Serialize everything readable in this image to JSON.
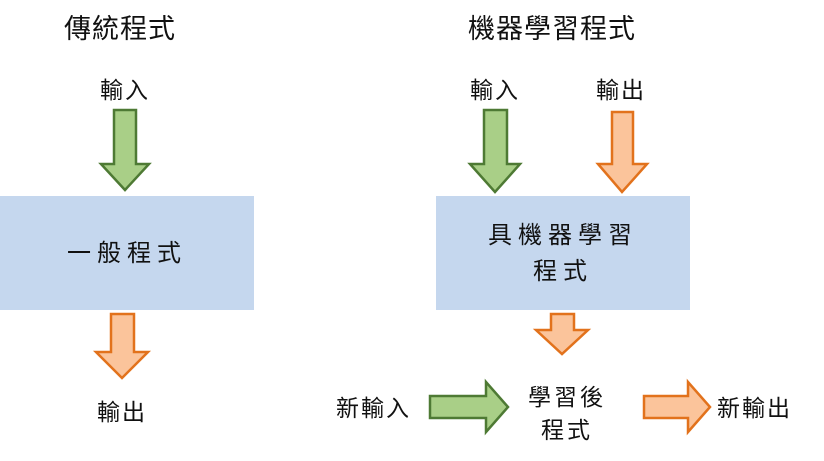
{
  "traditional": {
    "title": "傳統程式",
    "input_label": "輸入",
    "box_label": "一般程式",
    "output_label": "輸出"
  },
  "ml": {
    "title": "機器學習程式",
    "input_label": "輸入",
    "output_label": "輸出",
    "box_line1": "具機器學習",
    "box_line2": "程式",
    "result_line1": "學習後",
    "result_line2": "程式",
    "new_input_label": "新輸入",
    "new_output_label": "新輸出"
  },
  "colors": {
    "box_fill": "#c5d7ee",
    "input_arrow_fill": "#a9cf87",
    "input_arrow_stroke": "#4e7a34",
    "output_arrow_fill": "#fbc49b",
    "output_arrow_stroke": "#e2721c"
  }
}
